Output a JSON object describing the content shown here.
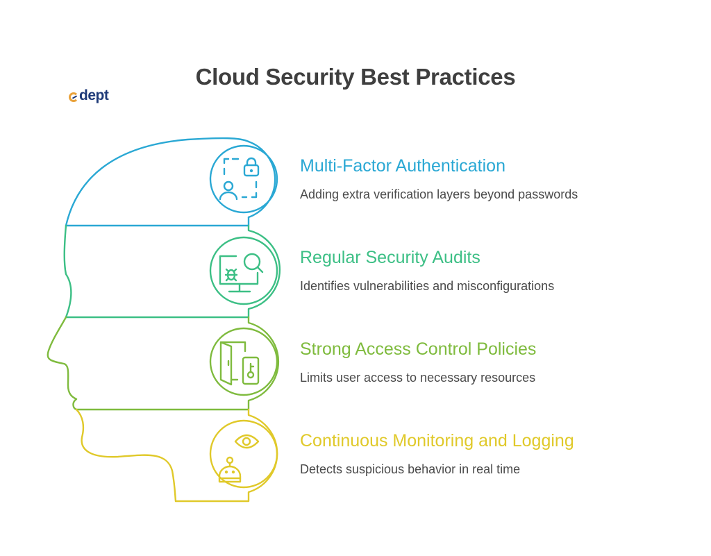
{
  "title": "Cloud Security Best Practices",
  "logo": {
    "text": "dept",
    "brand_color": "#1e3a78",
    "accent_color": "#e9a23b"
  },
  "items": [
    {
      "title": "Multi-Factor Authentication",
      "description": "Adding extra verification layers beyond passwords",
      "color": "#2aa8d4",
      "icon": "user-lock-icon"
    },
    {
      "title": "Regular Security Audits",
      "description": "Identifies vulnerabilities and misconfigurations",
      "color": "#3cbf85",
      "icon": "bug-search-monitor-icon"
    },
    {
      "title": "Strong Access Control Policies",
      "description": "Limits user access to necessary resources",
      "color": "#7fbb3e",
      "icon": "door-key-icon"
    },
    {
      "title": "Continuous Monitoring and Logging",
      "description": "Detects suspicious behavior in real time",
      "color": "#e0c92a",
      "icon": "robot-eye-icon"
    }
  ]
}
